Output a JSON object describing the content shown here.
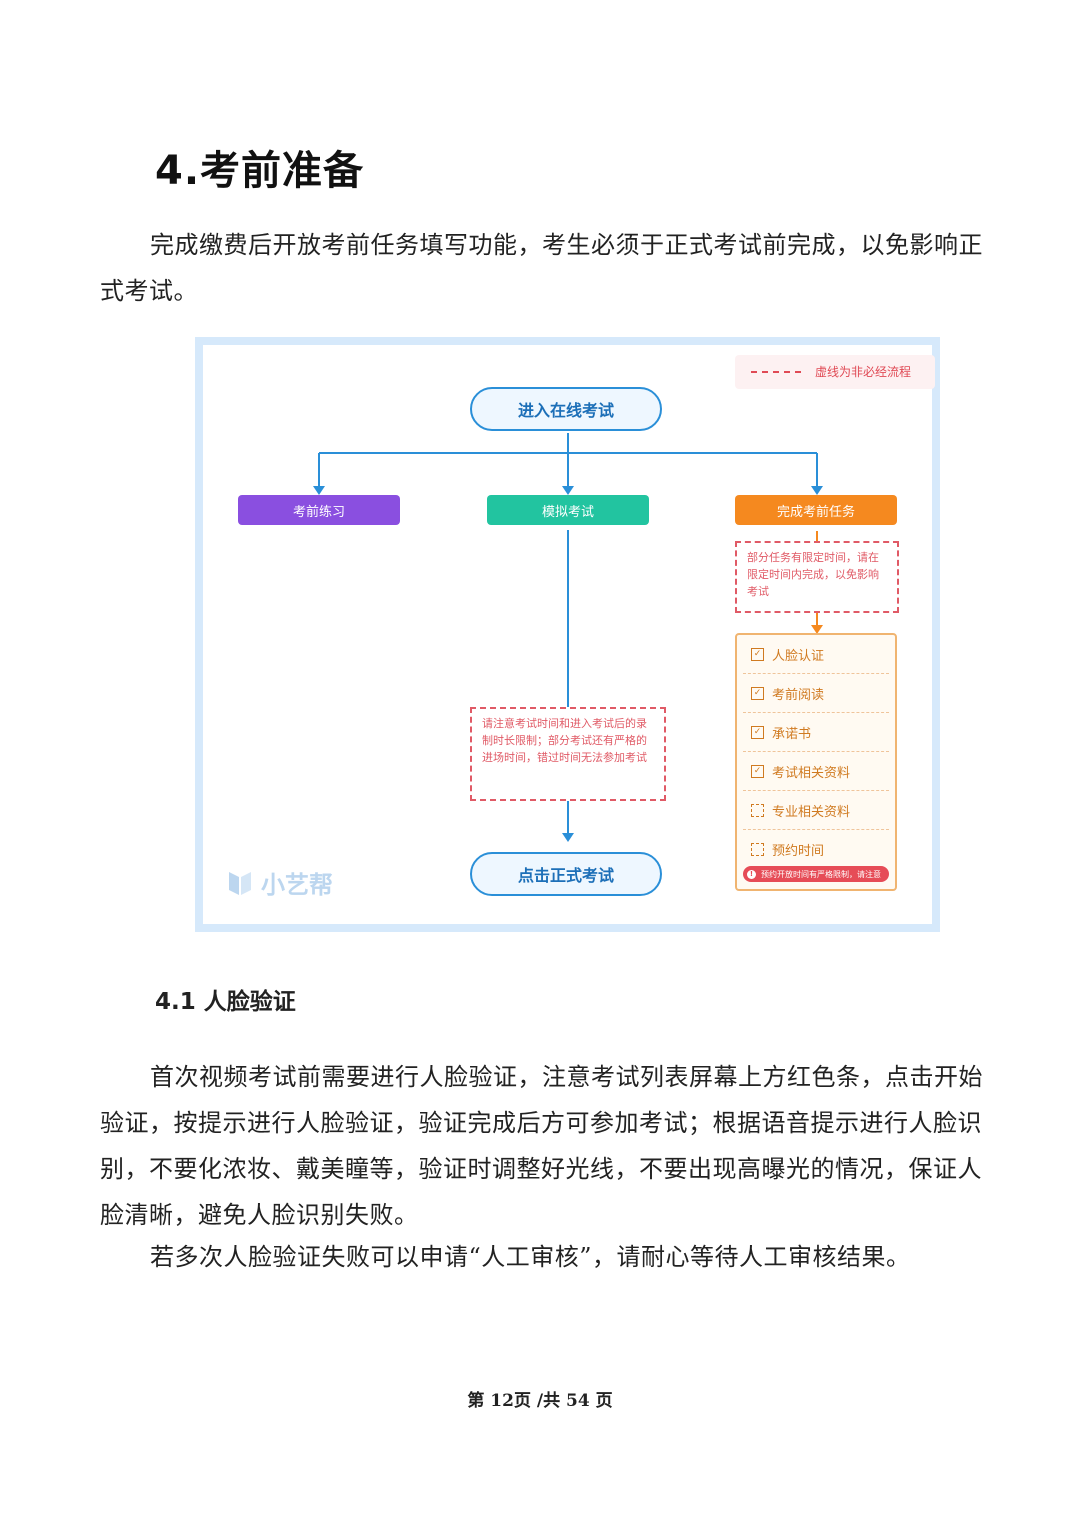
{
  "heading": "4.考前准备",
  "intro": "完成缴费后开放考前任务填写功能，考生必须于正式考试前完成，以免影响正式考试。",
  "diagram": {
    "legend": "虚线为非必经流程",
    "start": "进入在线考试",
    "branches": [
      "考前练习",
      "模拟考试",
      "完成考前任务"
    ],
    "task_note": "部分任务有限定时间，请在限定时间内完成，以免影响考试",
    "exam_note": "请注意考试时间和进入考试后的录制时长限制；部分考试还有严格的进场时间，错过时间无法参加考试",
    "tasks": [
      {
        "label": "人脸认证",
        "required": true
      },
      {
        "label": "考前阅读",
        "required": true
      },
      {
        "label": "承诺书",
        "required": true
      },
      {
        "label": "考试相关资料",
        "required": true
      },
      {
        "label": "专业相关资料",
        "required": false
      },
      {
        "label": "预约时间",
        "required": false
      }
    ],
    "warning": "预约开放时间有严格限制，请注意",
    "end": "点击正式考试",
    "logo": "小艺帮",
    "colors": {
      "practice": "#8a4fe0",
      "mock": "#22c4a0",
      "tasks": "#f5891f",
      "flow": "#2a8fd8",
      "note": "#e05a66"
    }
  },
  "section": "4.1 人脸验证",
  "para1": "首次视频考试前需要进行人脸验证，注意考试列表屏幕上方红色条，点击开始验证，按提示进行人脸验证，验证完成后方可参加考试；根据语音提示进行人脸识别，不要化浓妆、戴美瞳等，验证时调整好光线，不要出现高曝光的情况，保证人脸清晰，避免人脸识别失败。",
  "para2": "若多次人脸验证失败可以申请“人工审核”，请耐心等待人工审核结果。",
  "footer": "第 12页 /共 54 页"
}
